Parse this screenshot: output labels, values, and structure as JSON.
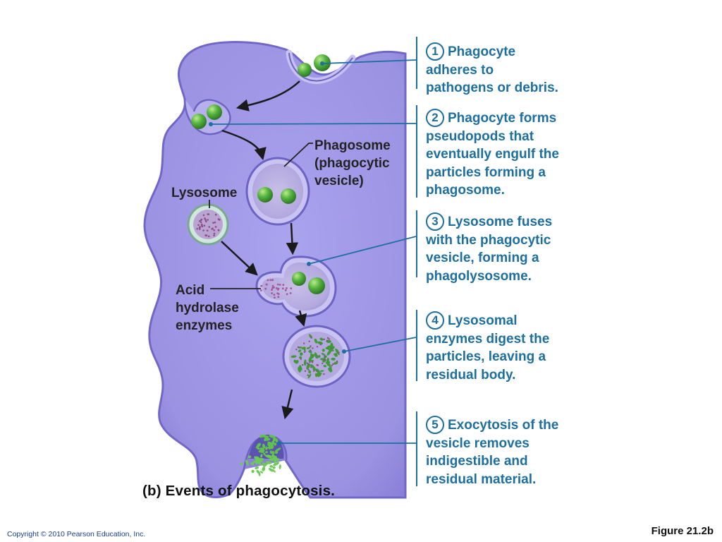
{
  "labels": {
    "phagosome": [
      "Phagosome",
      "(phagocytic",
      "vesicle)"
    ],
    "lysosome": "Lysosome",
    "acid_hydrolase": [
      "Acid",
      "hydrolase",
      "enzymes"
    ]
  },
  "steps": [
    {
      "number": "1",
      "lines": [
        "Phagocyte",
        "adheres to",
        "pathogens or debris."
      ]
    },
    {
      "number": "2",
      "lines": [
        "Phagocyte forms",
        "pseudopods that",
        "eventually engulf the",
        "particles forming a",
        "phagosome."
      ]
    },
    {
      "number": "3",
      "lines": [
        "Lysosome fuses",
        "with the phagocytic",
        "vesicle, forming a",
        "phagolysosome."
      ]
    },
    {
      "number": "4",
      "lines": [
        "Lysosomal",
        "enzymes digest the",
        "particles, leaving a",
        "residual body."
      ]
    },
    {
      "number": "5",
      "lines": [
        "Exocytosis of the",
        "vesicle removes",
        "indigestible and",
        "residual material."
      ]
    }
  ],
  "caption": "(b) Events of phagocytosis.",
  "copyright": "Copyright © 2010 Pearson Education, Inc.",
  "figure_label": "Figure 21.2b",
  "colors": {
    "cell_fill": "#9d95e6",
    "cell_edge": "#6e66c4",
    "step_text": "#1d6f9f",
    "bacteria": "#4fae3a",
    "enzyme_dots": "#c38bb5"
  }
}
